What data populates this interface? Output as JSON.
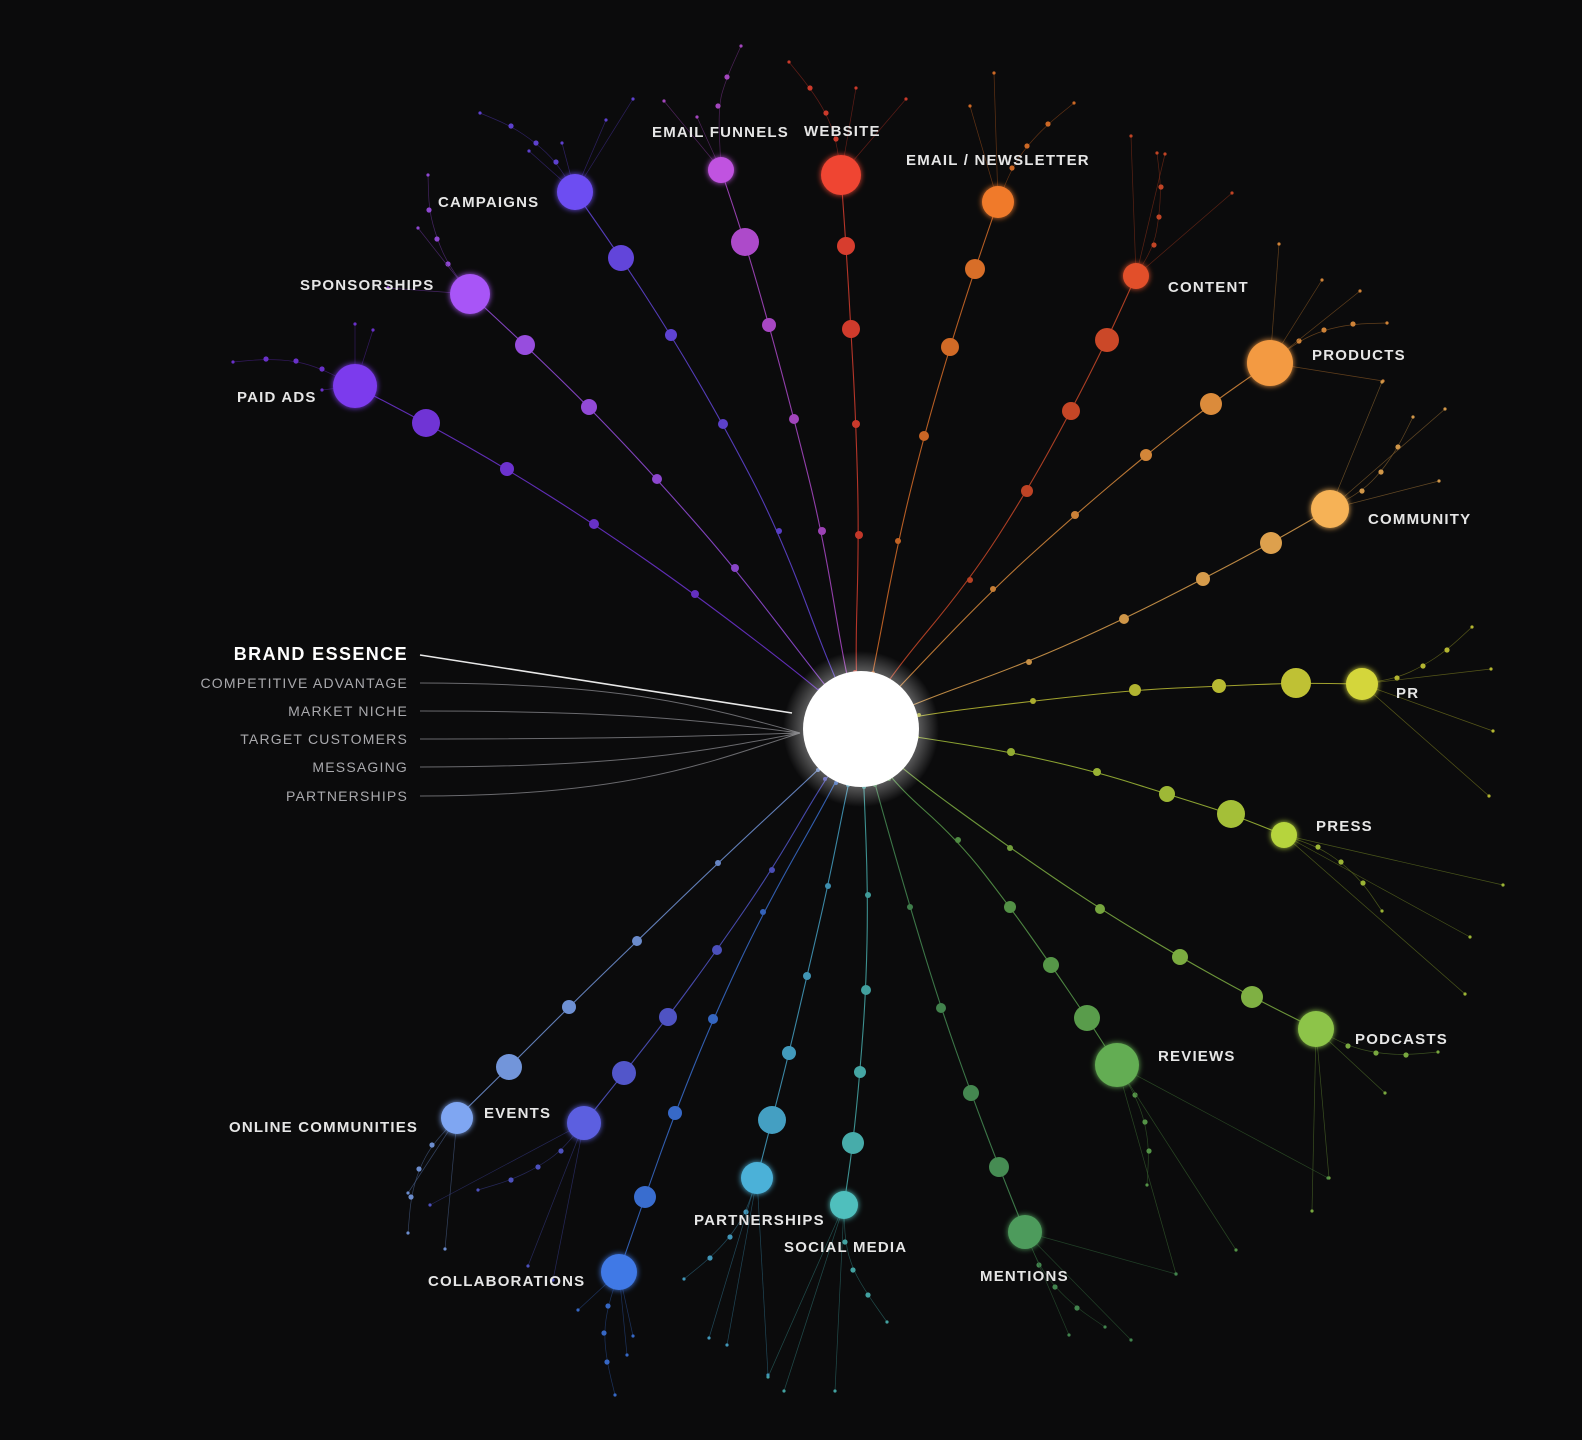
{
  "essence": {
    "title": "BRAND ESSENCE",
    "items": [
      "COMPETITIVE ADVANTAGE",
      "MARKET NICHE",
      "TARGET CUSTOMERS",
      "MESSAGING",
      "PARTNERSHIPS"
    ]
  },
  "branches": [
    {
      "key": "paid-ads",
      "label": "PAID ADS",
      "color": "#7c3aed"
    },
    {
      "key": "sponsorships",
      "label": "SPONSORSHIPS",
      "color": "#a855f7"
    },
    {
      "key": "campaigns",
      "label": "CAMPAIGNS",
      "color": "#6d4df2"
    },
    {
      "key": "email-funnels",
      "label": "EMAIL FUNNELS",
      "color": "#c052e0"
    },
    {
      "key": "website",
      "label": "WEBSITE",
      "color": "#ef4433"
    },
    {
      "key": "email-newsletter",
      "label": "EMAIL / NEWSLETTER",
      "color": "#f07a2c"
    },
    {
      "key": "content",
      "label": "CONTENT",
      "color": "#e2502c"
    },
    {
      "key": "products",
      "label": "PRODUCTS",
      "color": "#f39a42"
    },
    {
      "key": "community",
      "label": "COMMUNITY",
      "color": "#f6b256"
    },
    {
      "key": "pr",
      "label": "PR",
      "color": "#d4d63a"
    },
    {
      "key": "press",
      "label": "PRESS",
      "color": "#b6d43e"
    },
    {
      "key": "podcasts",
      "label": "PODCASTS",
      "color": "#8dc44a"
    },
    {
      "key": "reviews",
      "label": "REVIEWS",
      "color": "#63ad53"
    },
    {
      "key": "mentions",
      "label": "MENTIONS",
      "color": "#4e9b5c"
    },
    {
      "key": "social-media",
      "label": "SOCIAL MEDIA",
      "color": "#4fbfbd"
    },
    {
      "key": "partnerships",
      "label": "PARTNERSHIPS",
      "color": "#4cb1d8"
    },
    {
      "key": "collaborations",
      "label": "COLLABORATIONS",
      "color": "#3f79e6"
    },
    {
      "key": "events",
      "label": "EVENTS",
      "color": "#5b5fe0"
    },
    {
      "key": "online-communities",
      "label": "ONLINE COMMUNITIES",
      "color": "#7fa6f2"
    }
  ]
}
